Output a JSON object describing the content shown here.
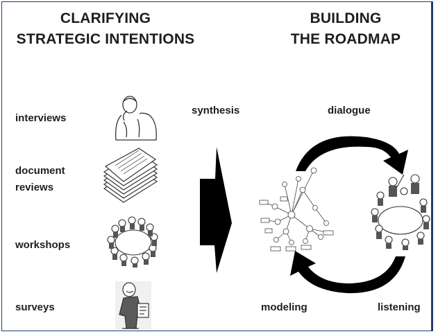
{
  "left_heading": {
    "line1": "CLARIFYING",
    "line2": "STRATEGIC INTENTIONS"
  },
  "right_heading": {
    "line1": "BUILDING",
    "line2": "THE ROADMAP"
  },
  "methods": {
    "interviews": "interviews",
    "document_reviews_1": "document",
    "document_reviews_2": "reviews",
    "workshops": "workshops",
    "surveys": "surveys"
  },
  "flow": {
    "synthesis": "synthesis"
  },
  "cycle": {
    "dialogue": "dialogue",
    "listening": "listening",
    "modeling": "modeling"
  },
  "colors": {
    "ink": "#1e1e1e",
    "frame": "#1f3b6e",
    "arrow": "#000000"
  },
  "icons": [
    "thinking-person-icon",
    "document-stack-icon",
    "workshop-circle-icon",
    "survey-person-icon",
    "network-model-icon",
    "team-meeting-icon"
  ]
}
